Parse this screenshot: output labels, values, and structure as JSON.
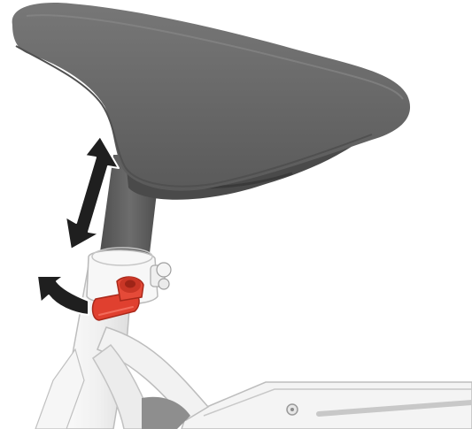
{
  "illustration": {
    "subject": "seatpost-quick-release-adjustment",
    "colors": {
      "background": "#ffffff",
      "saddle": "#6a6a6a",
      "saddle_shadow": "#4b4b4b",
      "seatpost": "#5f5f5f",
      "frame": "#f2f2f2",
      "frame_outline": "#bfbfbf",
      "quick_release_lever": "#e0402f",
      "arrow": "#1f1f1f"
    },
    "icons": {
      "height_arrow": "double-headed-vertical-arrow",
      "rotate_arrow": "curved-rotation-arrow"
    }
  }
}
